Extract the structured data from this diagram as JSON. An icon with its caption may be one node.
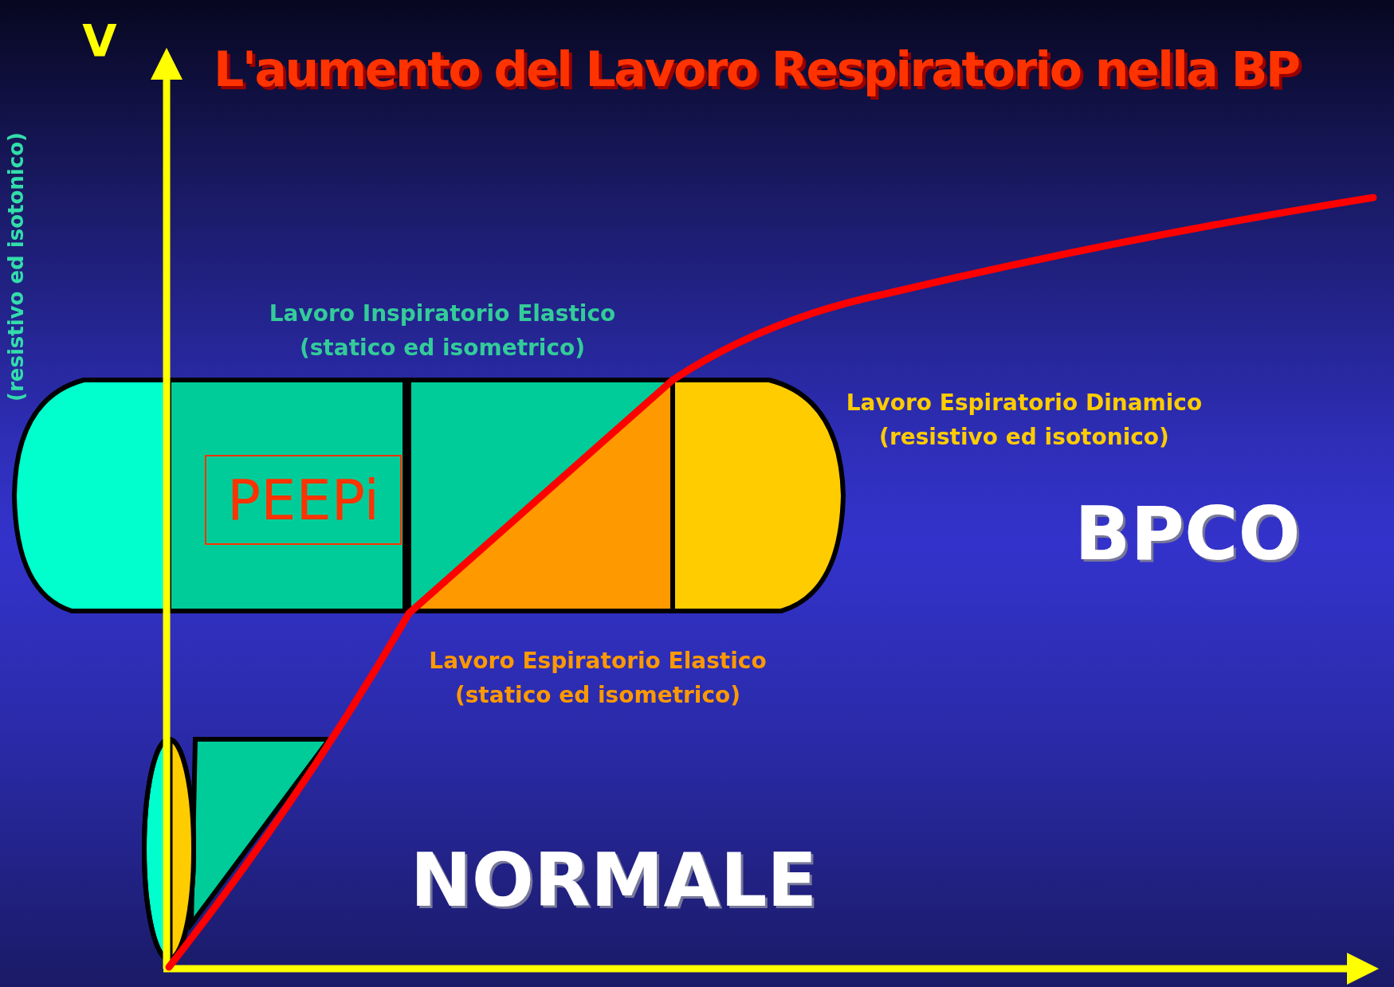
{
  "diagram": {
    "title": "L'aumento del Lavoro Respiratorio nella BP",
    "nodes": [
      {
        "text": [
          "PEEPi"
        ]
      }
    ],
    "labels": [
      "V",
      "(resistivo ed isotonico)",
      "Lavoro Inspiratorio Elastico (statico ed isometrico)",
      "Lavoro Espiratorio Dinamico (resistivo ed isotonico)",
      "BPCO",
      "Lavoro Espiratorio Elastico (statico ed isometrico)",
      "NORMALE"
    ]
  }
}
